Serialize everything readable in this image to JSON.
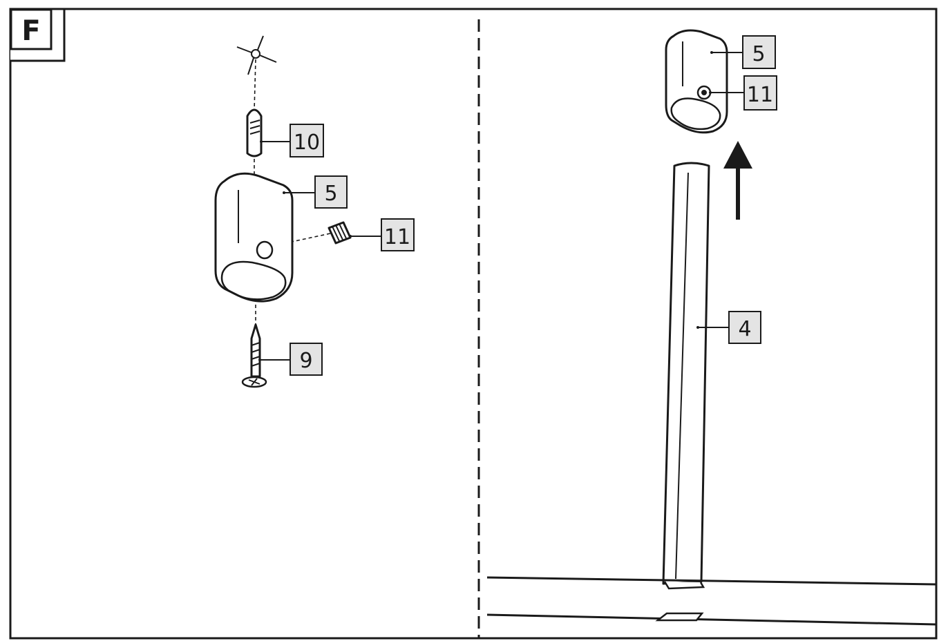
{
  "step": {
    "label": "F"
  },
  "callouts": {
    "left": [
      {
        "id": "dowel",
        "text": "10"
      },
      {
        "id": "cap",
        "text": "5"
      },
      {
        "id": "insert",
        "text": "11"
      },
      {
        "id": "screw",
        "text": "9"
      }
    ],
    "right": [
      {
        "id": "cap",
        "text": "5"
      },
      {
        "id": "insert",
        "text": "11"
      },
      {
        "id": "post",
        "text": "4"
      }
    ]
  },
  "icons": [
    "ceiling-mark-icon",
    "wall-dowel-icon",
    "end-cap-icon",
    "threaded-insert-icon",
    "wood-screw-icon",
    "up-arrow-icon",
    "post-icon"
  ],
  "colors": {
    "line": "#1a1a1a",
    "callout_fill": "#e4e4e4",
    "background": "#ffffff"
  }
}
